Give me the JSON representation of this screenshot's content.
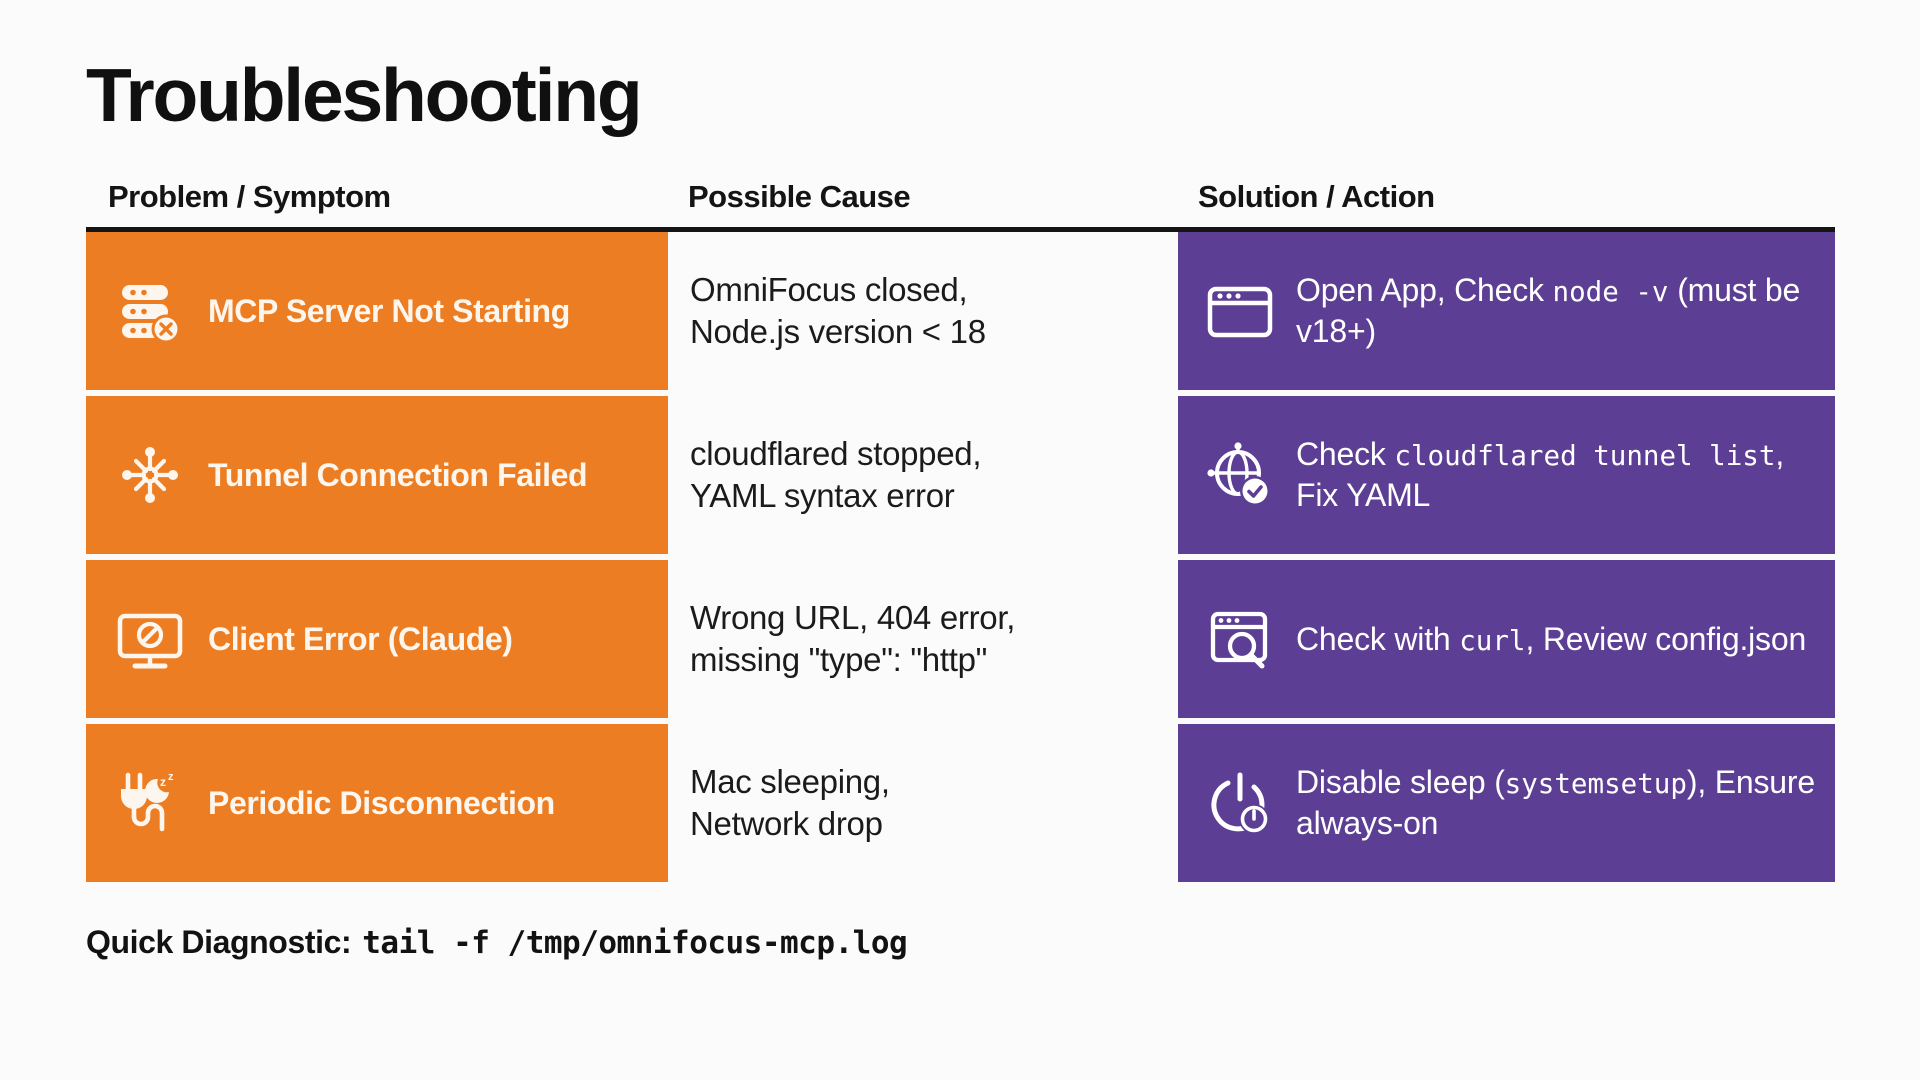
{
  "slide": {
    "title": "Troubleshooting",
    "accent_orange": "#ED7D22",
    "accent_purple": "#5C3E94",
    "background": "#FBFBFB"
  },
  "table": {
    "headers": {
      "problem": "Problem / Symptom",
      "cause": "Possible Cause",
      "solution": "Solution / Action"
    },
    "rows": [
      {
        "problem_icon": "server-error-icon",
        "problem": "MCP Server Not Starting",
        "cause_line1": "OmniFocus closed,",
        "cause_line2": "Node.js version < 18",
        "solution_icon": "browser-window-icon",
        "solution_pre": "Open App, Check ",
        "solution_code": "node -v",
        "solution_post": " (must be v18+)"
      },
      {
        "problem_icon": "network-nodes-icon",
        "problem": "Tunnel Connection Failed",
        "cause_line1": "cloudflared stopped,",
        "cause_line2": "YAML syntax error",
        "solution_icon": "globe-check-icon",
        "solution_pre": "Check ",
        "solution_code": "cloudflared tunnel list",
        "solution_post": ", Fix YAML"
      },
      {
        "problem_icon": "monitor-blocked-icon",
        "problem": "Client Error (Claude)",
        "cause_line1": "Wrong URL, 404 error,",
        "cause_line2": "missing \"type\": \"http\"",
        "solution_icon": "window-search-icon",
        "solution_pre": "Check with ",
        "solution_code": "curl",
        "solution_post": ", Review config.json"
      },
      {
        "problem_icon": "plug-sleep-icon",
        "problem": "Periodic Disconnection",
        "cause_line1": "Mac sleeping,",
        "cause_line2": "Network drop",
        "solution_icon": "power-icon",
        "solution_pre": "Disable sleep (",
        "solution_code": "systemsetup",
        "solution_post": "), Ensure always-on"
      }
    ]
  },
  "footer": {
    "label": "Quick Diagnostic:",
    "command": "tail -f /tmp/omnifocus-mcp.log"
  }
}
